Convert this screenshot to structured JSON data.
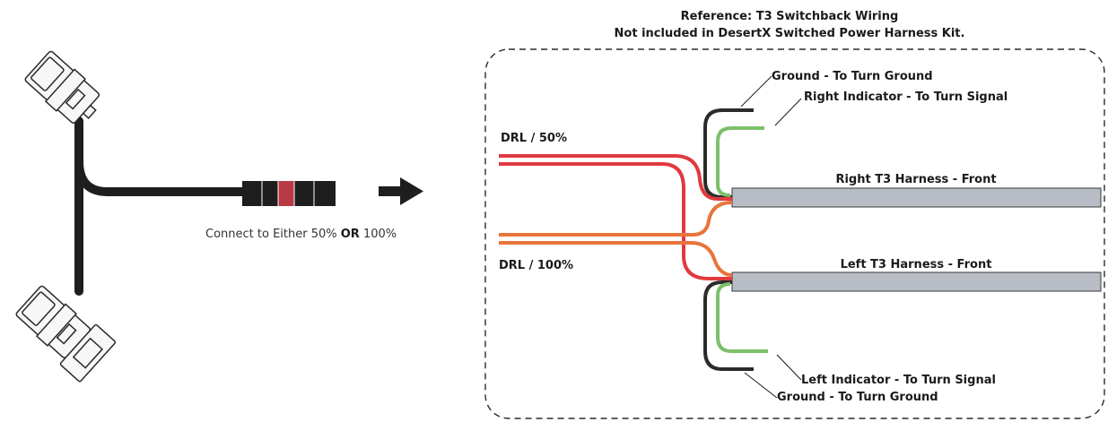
{
  "header": {
    "line1": "Reference: T3 Switchback Wiring",
    "line2": "Not included in DesertX Switched Power Harness Kit."
  },
  "connect_note": {
    "prefix": "Connect to Either 50% ",
    "emphasis": "OR",
    "suffix": " 100%"
  },
  "labels": {
    "drl_50": "DRL / 50%",
    "drl_100": "DRL / 100%",
    "ground_top": "Ground - To Turn Ground",
    "right_indicator": "Right Indicator - To Turn Signal",
    "right_harness": "Right T3 Harness - Front",
    "left_harness": "Left T3 Harness - Front",
    "left_indicator": "Left Indicator - To Turn Signal",
    "ground_bottom": "Ground - To Turn Ground"
  },
  "colors": {
    "cable": "#1e1e1e",
    "connector_fill": "#f7f7f7",
    "connector_stroke": "#2a2a2a",
    "plug_band": "#b83a45",
    "wire_red": "#e03a3e",
    "wire_orange": "#e8743b",
    "wire_green": "#7cc06a",
    "wire_black": "#2b2b2b",
    "harness": "#b8bcc4",
    "dash_border": "#2a2a2a"
  }
}
